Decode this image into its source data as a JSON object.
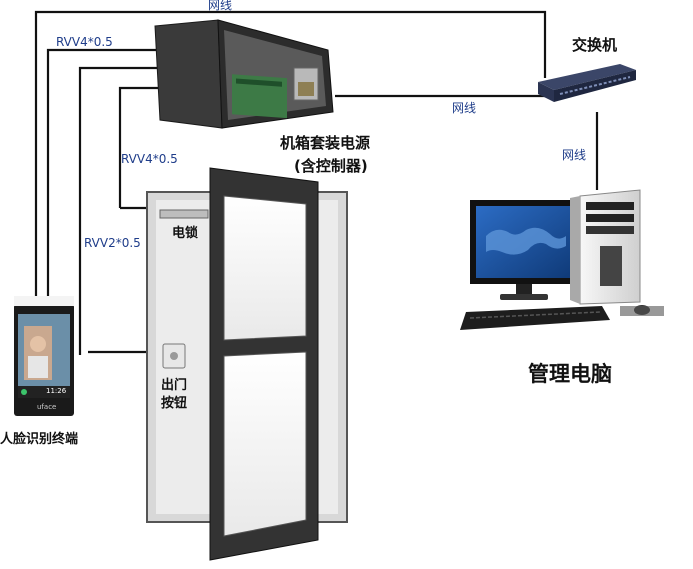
{
  "labels": {
    "cable_top": "网线",
    "cable_switch_controller": "网线",
    "cable_switch_pc": "网线",
    "rvv_terminal": "RVV4*0.5",
    "rvv_lock": "RVV4*0.5",
    "rvv_button": "RVV2*0.5",
    "controller_title": "机箱套装电源",
    "controller_subtitle": "(含控制器)",
    "switch": "交换机",
    "pc": "管理电脑",
    "lock": "电锁",
    "exit_button_line1": "出门",
    "exit_button_line2": "按钮",
    "terminal": "人脸识别终端",
    "terminal_time": "11:26",
    "terminal_brand": "uface"
  },
  "colors": {
    "wire": "#111111",
    "label_blue": "#1f3d8a",
    "door_frame": "#3a3a3a",
    "door_glass": "#f2f2f2",
    "cabinet": "#2f2f2f",
    "pcb": "#3d7a46",
    "monitor_screen": "#1a4f9c",
    "switch_body": "#2a3350"
  }
}
